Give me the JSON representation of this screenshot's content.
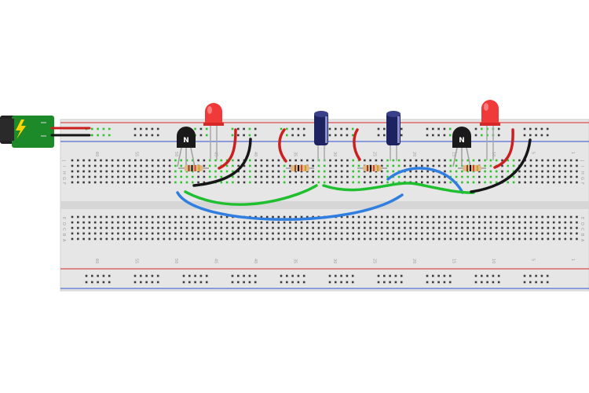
{
  "colors": {
    "board": "#e6e6e6",
    "board_light": "#eeeeee",
    "channel": "#d6d6d6",
    "hole": "#3b3b3b",
    "hole_connected": "#2fc22f",
    "rail_red": "#d8282b",
    "rail_blue": "#2d4fd0",
    "wire_red": "#cc1f1f",
    "wire_black": "#161616",
    "wire_green": "#1fbf2f",
    "wire_blue": "#2f7ee0",
    "led_red": "#f03a3a",
    "cap_body": "#1d2260",
    "transistor": "#1a1a1a",
    "jack": "#222222",
    "jack_board": "#1d8a2a",
    "jack_bolt": "#ffd400"
  },
  "components": {
    "transistors": [
      {
        "label": "N"
      },
      {
        "label": "N"
      }
    ],
    "leds": [
      "red",
      "red"
    ],
    "capacitors": [
      "electrolytic",
      "electrolytic"
    ],
    "resistors": [
      4
    ],
    "power_jack": {
      "icon": "lightning-bolt-icon"
    }
  },
  "column_labels": [
    "60",
    "55",
    "50",
    "45",
    "40",
    "35",
    "30",
    "25",
    "20",
    "15",
    "10",
    "5",
    "1"
  ],
  "row_labels_top": [
    "J",
    "I",
    "H",
    "G",
    "F"
  ],
  "row_labels_bottom": [
    "E",
    "D",
    "C",
    "B",
    "A"
  ]
}
